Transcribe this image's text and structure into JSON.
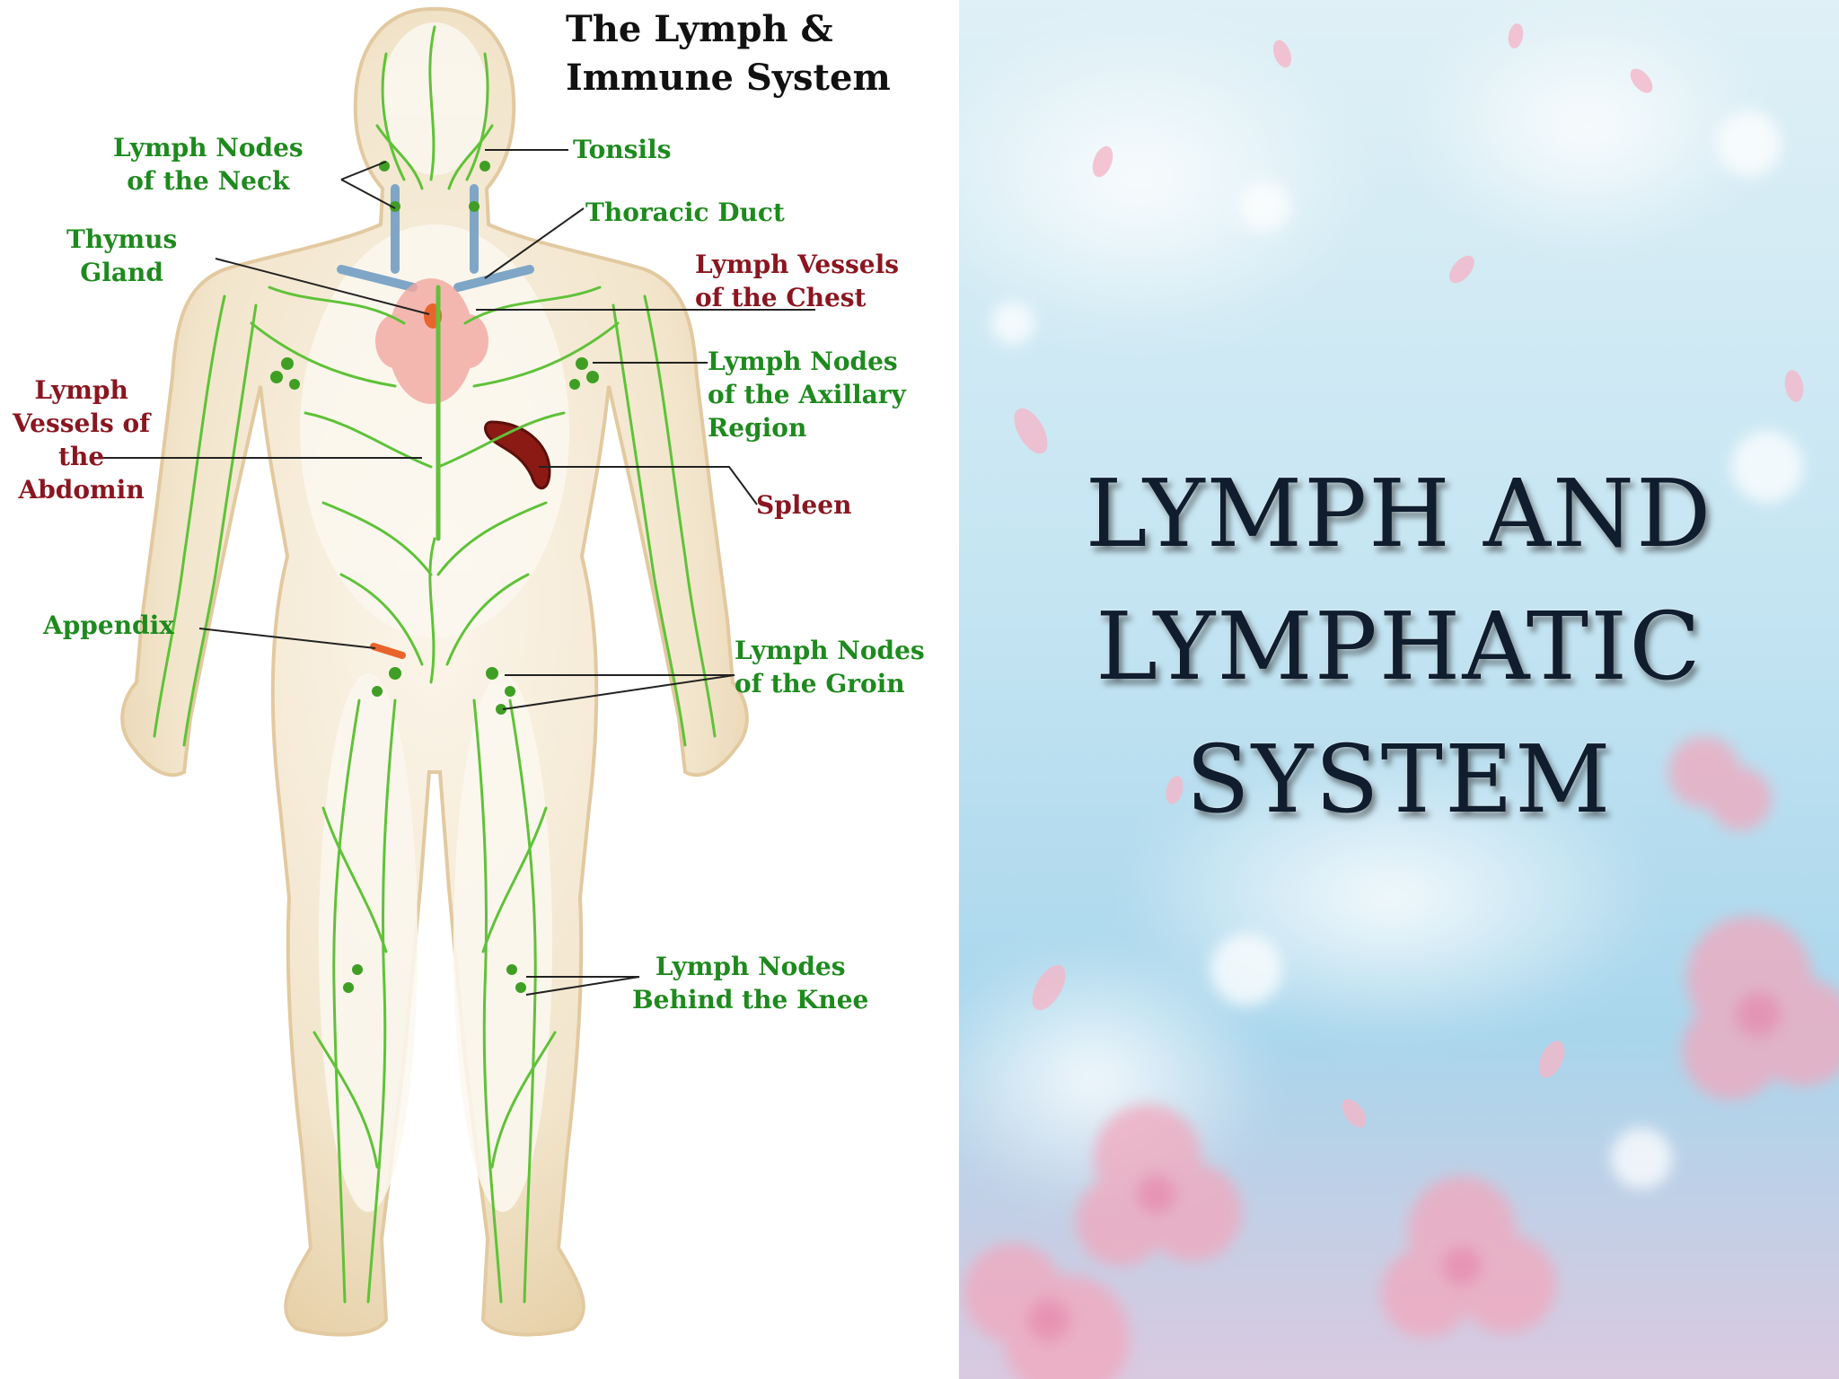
{
  "diagram": {
    "title_lines": [
      "The Lymph &",
      "Immune System"
    ],
    "labels": {
      "neck": [
        "Lymph Nodes",
        "of the Neck"
      ],
      "tonsils": [
        "Tonsils"
      ],
      "thoracic_duct": [
        "Thoracic Duct"
      ],
      "thymus": [
        "Thymus",
        "Gland"
      ],
      "chest": [
        "Lymph Vessels",
        "of the Chest"
      ],
      "axillary": [
        "Lymph Nodes",
        "of the Axillary",
        "Region"
      ],
      "abdomen": [
        "Lymph",
        "Vessels of",
        "the",
        "Abdomin"
      ],
      "spleen": [
        "Spleen"
      ],
      "appendix": [
        "Appendix"
      ],
      "groin": [
        "Lymph Nodes",
        "of the Groin"
      ],
      "knee": [
        "Lymph Nodes",
        "Behind the Knee"
      ]
    }
  },
  "slide": {
    "title_lines": [
      "LYMPH AND",
      "LYMPHATIC",
      "SYSTEM"
    ]
  },
  "colors": {
    "label_green": "#1e8a1e",
    "label_maroon": "#8a1620",
    "vessel_green": "#5fc238",
    "body_skin": "#efe0c2",
    "spleen": "#8b1a14",
    "title_ink": "#0f1d2e",
    "background_blue": "#bfe2f0",
    "blossom_pink": "#f2a7bd"
  }
}
